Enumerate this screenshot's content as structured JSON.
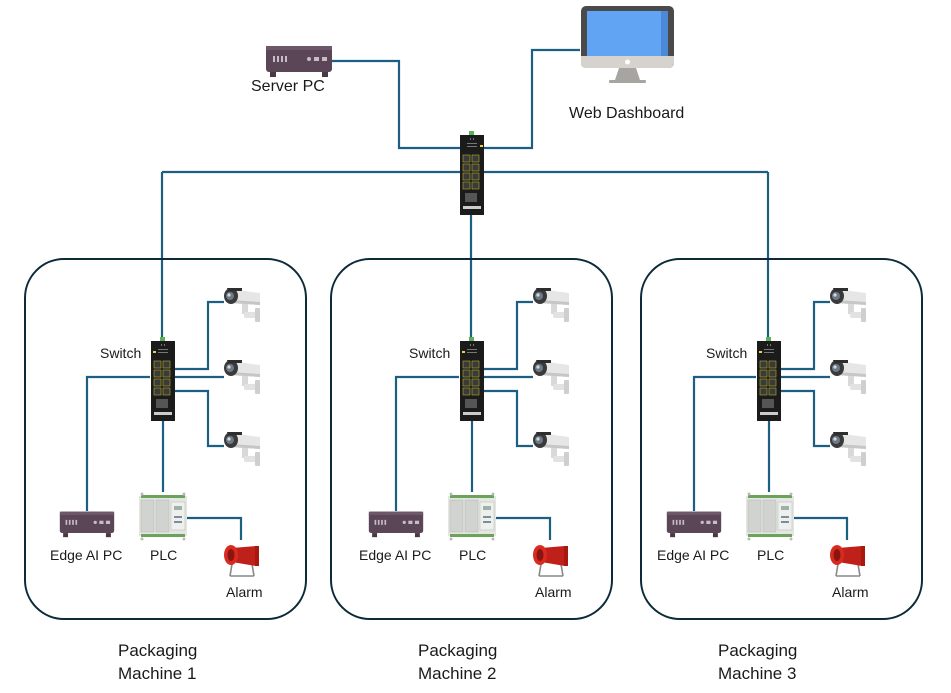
{
  "diagram": {
    "title": "Packaging line vision network",
    "wire_color": "#1d5f82",
    "box_border_color": "#0d2a3a",
    "top": {
      "server": {
        "label": "Server PC",
        "icon": "mini-pc-icon"
      },
      "dashboard": {
        "label": "Web Dashboard",
        "icon": "monitor-icon"
      },
      "core_switch": {
        "icon": "network-switch-icon"
      }
    },
    "machines": [
      {
        "name_line1": "Packaging",
        "name_line2": "Machine 1",
        "switch_label": "Switch",
        "edge_pc_label": "Edge AI PC",
        "plc_label": "PLC",
        "alarm_label": "Alarm",
        "camera_count": 3
      },
      {
        "name_line1": "Packaging",
        "name_line2": "Machine 2",
        "switch_label": "Switch",
        "edge_pc_label": "Edge AI PC",
        "plc_label": "PLC",
        "alarm_label": "Alarm",
        "camera_count": 3
      },
      {
        "name_line1": "Packaging",
        "name_line2": "Machine 3",
        "switch_label": "Switch",
        "edge_pc_label": "Edge AI PC",
        "plc_label": "PLC",
        "alarm_label": "Alarm",
        "camera_count": 3
      }
    ]
  }
}
